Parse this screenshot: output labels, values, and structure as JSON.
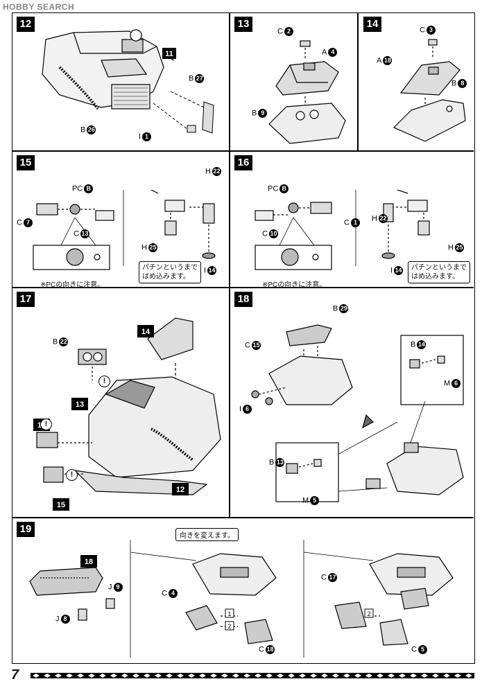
{
  "header": {
    "logo": "HOBBY SEARCH"
  },
  "page_number": "7",
  "steps": {
    "s12": {
      "number": "12",
      "sub": "11",
      "parts": {
        "b27_letter": "B",
        "b27_num": "27",
        "b26_letter": "B",
        "b26_num": "26",
        "i1_letter": "I",
        "i1_num": "1"
      }
    },
    "s13": {
      "number": "13",
      "parts": {
        "c2_letter": "C",
        "c2_num": "2",
        "a4_letter": "A",
        "a4_num": "4",
        "b9_letter": "B",
        "b9_num": "9"
      }
    },
    "s14": {
      "number": "14",
      "parts": {
        "c3_letter": "C",
        "c3_num": "3",
        "a18_letter": "A",
        "a18_num": "18",
        "b8_letter": "B",
        "b8_num": "8"
      }
    },
    "s15": {
      "number": "15",
      "parts": {
        "pcb_letter": "PC",
        "pcb_num": "B",
        "c7_letter": "C",
        "c7_num": "7",
        "c13_letter": "C",
        "c13_num": "13",
        "h22_letter": "H",
        "h22_num": "22",
        "h25_letter": "H",
        "h25_num": "25",
        "i14_letter": "I",
        "i14_num": "14"
      },
      "note": "パチンというまで\nはめ込みます。",
      "caution": "※PCの向きに注意。"
    },
    "s16": {
      "number": "16",
      "parts": {
        "pcb_letter": "PC",
        "pcb_num": "B",
        "c1_letter": "C",
        "c1_num": "1",
        "c10_letter": "C",
        "c10_num": "10",
        "h22_letter": "H",
        "h22_num": "22",
        "h25_letter": "H",
        "h25_num": "25",
        "i14_letter": "I",
        "i14_num": "14"
      },
      "note": "パチンというまで\nはめ込みます。",
      "caution": "※PCの向きに注意。"
    },
    "s17": {
      "number": "17",
      "sub14": "14",
      "sub13": "13",
      "sub16": "16",
      "sub15": "15",
      "sub12": "12",
      "parts": {
        "b22_letter": "B",
        "b22_num": "22"
      },
      "excl": "!"
    },
    "s18": {
      "number": "18",
      "parts": {
        "b29_letter": "B",
        "b29_num": "29",
        "c15_letter": "C",
        "c15_num": "15",
        "i6_letter": "I",
        "i6_num": "6",
        "b14_letter": "B",
        "b14_num": "14",
        "m6_letter": "M",
        "m6_num": "6",
        "b13_letter": "B",
        "b13_num": "13",
        "m5_letter": "M",
        "m5_num": "5"
      }
    },
    "s19": {
      "number": "19",
      "sub18": "18",
      "parts": {
        "j9_letter": "J",
        "j9_num": "9",
        "j8_letter": "J",
        "j8_num": "8",
        "c4_letter": "C",
        "c4_num": "4",
        "c18_letter": "C",
        "c18_num": "18",
        "c17_letter": "C",
        "c17_num": "17",
        "c5_letter": "C",
        "c5_num": "5"
      },
      "callout": "向きを変えます。",
      "order1": "1",
      "order2": "2"
    }
  }
}
